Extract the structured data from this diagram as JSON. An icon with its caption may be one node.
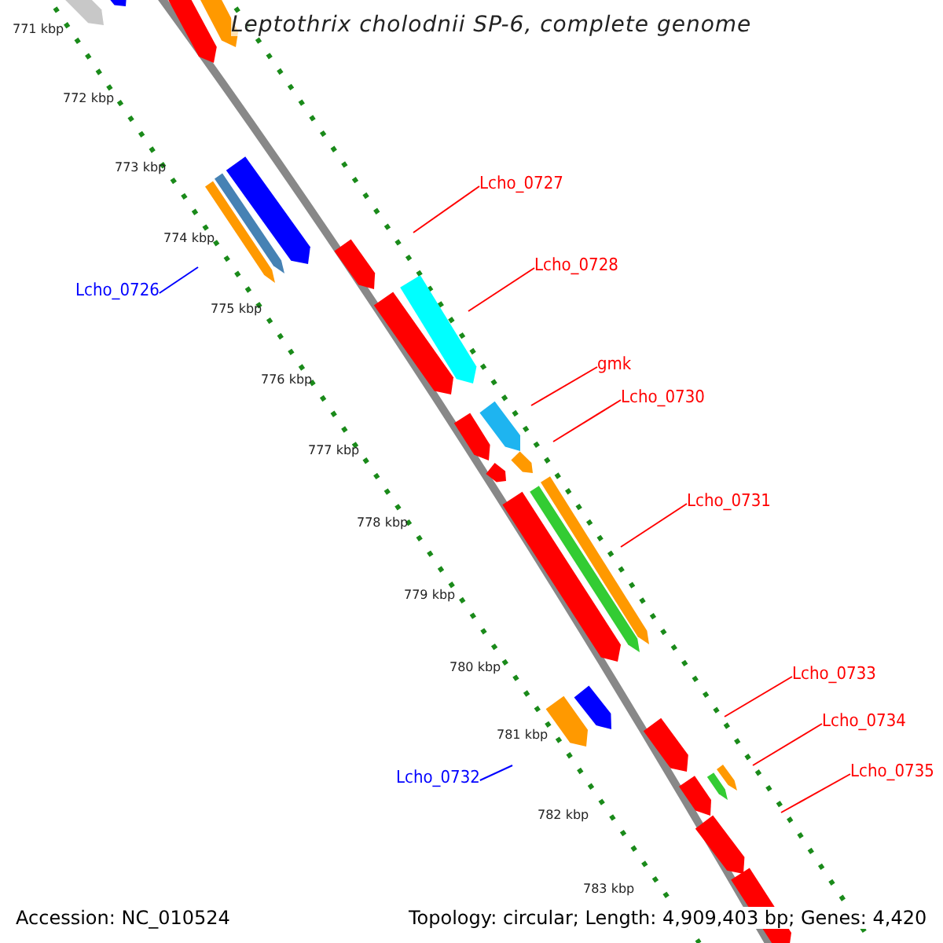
{
  "diagram": {
    "title": "Leptothrix cholodnii SP-6, complete genome",
    "nodes": [
      {
        "text": [
          "Lcho_0726"
        ]
      },
      {
        "text": [
          "Lcho_0727"
        ]
      },
      {
        "text": [
          "Lcho_0728"
        ]
      },
      {
        "text": [
          "gmk"
        ]
      },
      {
        "text": [
          "Lcho_0730"
        ]
      },
      {
        "text": [
          "Lcho_0731"
        ]
      },
      {
        "text": [
          "Lcho_0732"
        ]
      },
      {
        "text": [
          "Lcho_0733"
        ]
      },
      {
        "text": [
          "Lcho_0734"
        ]
      },
      {
        "text": [
          "Lcho_0735"
        ]
      }
    ],
    "edges": [
      {
        "from": 0,
        "to": null,
        "arrow": "none",
        "color": "#0000ff"
      },
      {
        "from": 1,
        "to": null,
        "arrow": "none"
      },
      {
        "from": 2,
        "to": null,
        "arrow": "none"
      },
      {
        "from": 3,
        "to": null,
        "arrow": "none"
      },
      {
        "from": 4,
        "to": null,
        "arrow": "none"
      },
      {
        "from": 5,
        "to": null,
        "arrow": "none"
      },
      {
        "from": 6,
        "to": null,
        "arrow": "none",
        "color": "#0000ff"
      },
      {
        "from": 7,
        "to": null,
        "arrow": "none"
      },
      {
        "from": 8,
        "to": null,
        "arrow": "none"
      },
      {
        "from": 9,
        "to": null,
        "arrow": "none"
      }
    ],
    "labels": [
      "771 kbp",
      "772 kbp",
      "773 kbp",
      "774 kbp",
      "775 kbp",
      "776 kbp",
      "777 kbp",
      "778 kbp",
      "779 kbp",
      "780 kbp",
      "781 kbp",
      "782 kbp",
      "783 kbp",
      "Accession: NC_010524",
      "Topology: circular; Length: 4,909,403 bp; Genes: 4,420"
    ]
  }
}
